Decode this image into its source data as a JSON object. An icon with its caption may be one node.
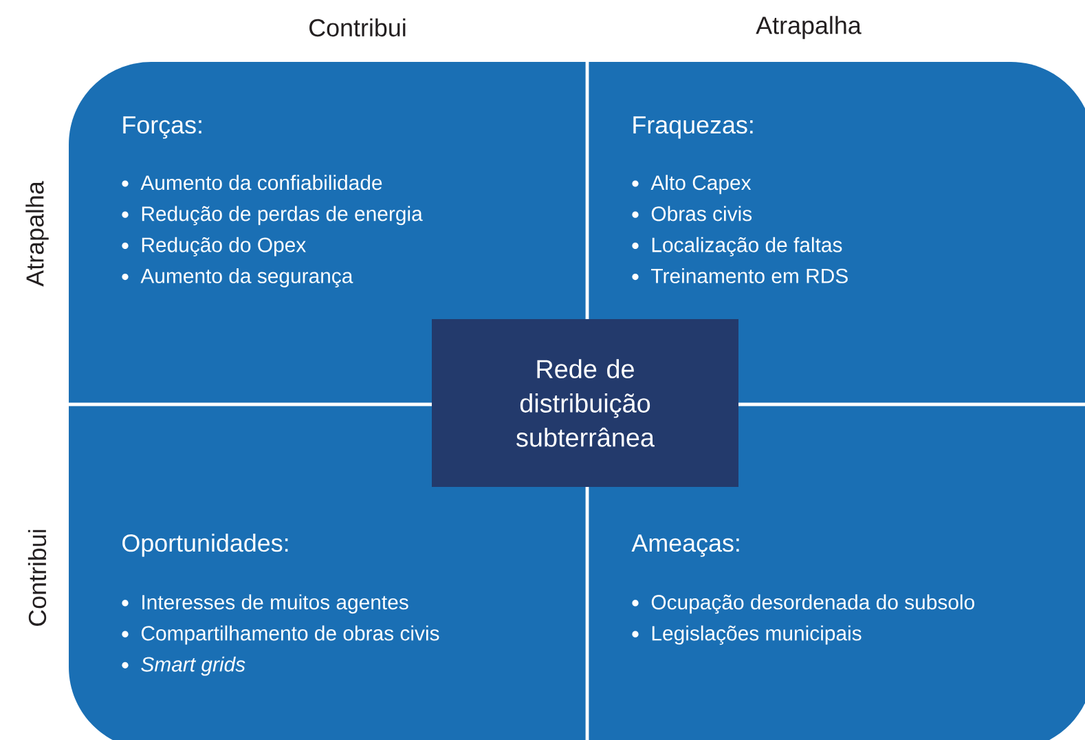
{
  "diagram": {
    "nodes": [
      {
        "text": [
          "Forças:",
          "Aumento da confiabilidade",
          "Redução de perdas de energia",
          "Redução do Opex",
          "Aumento da segurança"
        ]
      },
      {
        "text": [
          "Fraquezas:",
          "Alto Capex",
          "Obras civis",
          "Localização de faltas",
          "Treinamento em RDS"
        ]
      },
      {
        "text": [
          "Oportunidades:",
          "Interesses de muitos agentes",
          "Compartilhamento de obras civis",
          "*Smart grids*"
        ]
      },
      {
        "text": [
          "Ameaças:",
          "Ocupação desordenada do subsolo",
          "Legislações municipais"
        ]
      },
      {
        "text": [
          "Rede de distribuição subterrânea"
        ]
      }
    ],
    "labels": [
      "Contribui",
      "Atrapalha",
      "Atrapalha",
      "Contribui"
    ]
  }
}
